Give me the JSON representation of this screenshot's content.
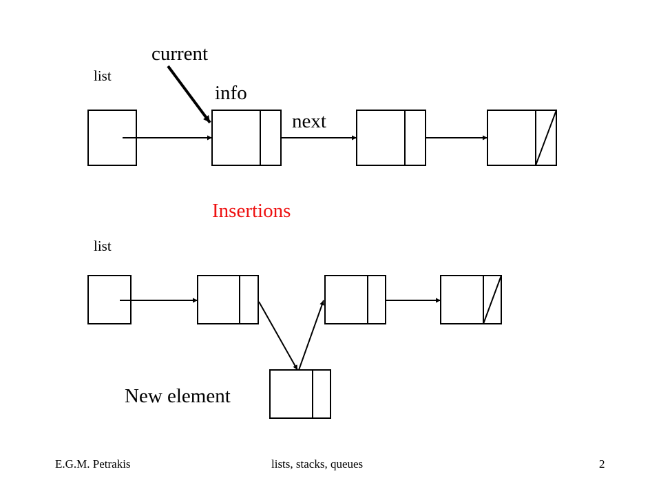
{
  "slide": {
    "top_labels": {
      "list": "list",
      "current": "current",
      "info": "info",
      "next": "next"
    },
    "section_title": "Insertions",
    "section_title_color": "#ee1111",
    "bottom_labels": {
      "list": "list",
      "new_element": "New element"
    }
  },
  "footer": {
    "author": "E.G.M. Petrakis",
    "topic": "lists, stacks, queues",
    "page_number": "2"
  }
}
